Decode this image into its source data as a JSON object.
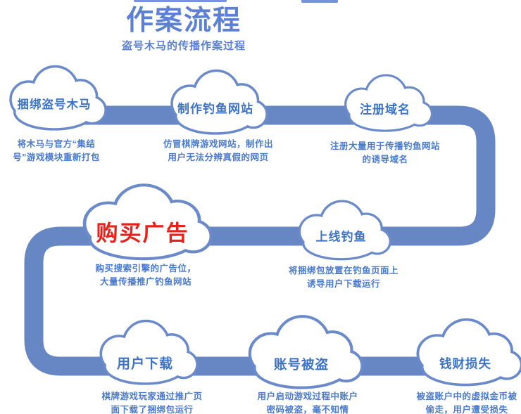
{
  "header": {
    "title": "作案流程",
    "subtitle": "盗号木马的传播作案过程"
  },
  "colors": {
    "flow_path_blue": "#6787c4",
    "cloud_outline_blue": "#6b8aca",
    "label_blue": "#3c73c4",
    "description_blue": "#4a7ac9",
    "title_blue": "#5c80d4",
    "highlight_red": "#e8211b",
    "cloud_fill": "#ffffff"
  },
  "nodes": [
    {
      "id": "bundle-trojan",
      "shape": "cloud-icon",
      "highlight": false,
      "label": "捆绑盗号木马",
      "description": "将木马与官方“集结\n号”游戏模块重新打包"
    },
    {
      "id": "build-phishing-site",
      "shape": "cloud-icon",
      "highlight": false,
      "label": "制作钓鱼网站",
      "description": "仿冒棋牌游戏网站，制作出\n用户无法分辨真假的网页"
    },
    {
      "id": "register-domain",
      "shape": "cloud-icon",
      "highlight": false,
      "label": "注册域名",
      "description": "注册大量用于传播钓鱼网站\n的诱导域名"
    },
    {
      "id": "buy-ads",
      "shape": "cloud-icon",
      "highlight": true,
      "label": "购买广告",
      "description": "购买搜索引擎的广告位，\n大量传播推广钓鱼网站"
    },
    {
      "id": "launch-phishing",
      "shape": "cloud-icon",
      "highlight": false,
      "label": "上线钓鱼",
      "description": "将捆绑包放置在钓鱼页面上\n诱导用户下载运行"
    },
    {
      "id": "user-download",
      "shape": "cloud-icon",
      "highlight": false,
      "label": "用户下载",
      "description": "棋牌游戏玩家通过推广页\n面下载了捆绑包运行"
    },
    {
      "id": "account-stolen",
      "shape": "cloud-icon",
      "highlight": false,
      "label": "账号被盗",
      "description": "用户启动游戏过程中账户\n密码被盗，毫不知情"
    },
    {
      "id": "money-loss",
      "shape": "cloud-icon",
      "highlight": false,
      "label": "钱财损失",
      "description": "被盗账户中的虚拟金币被\n偷走，用户遭受损失"
    }
  ]
}
